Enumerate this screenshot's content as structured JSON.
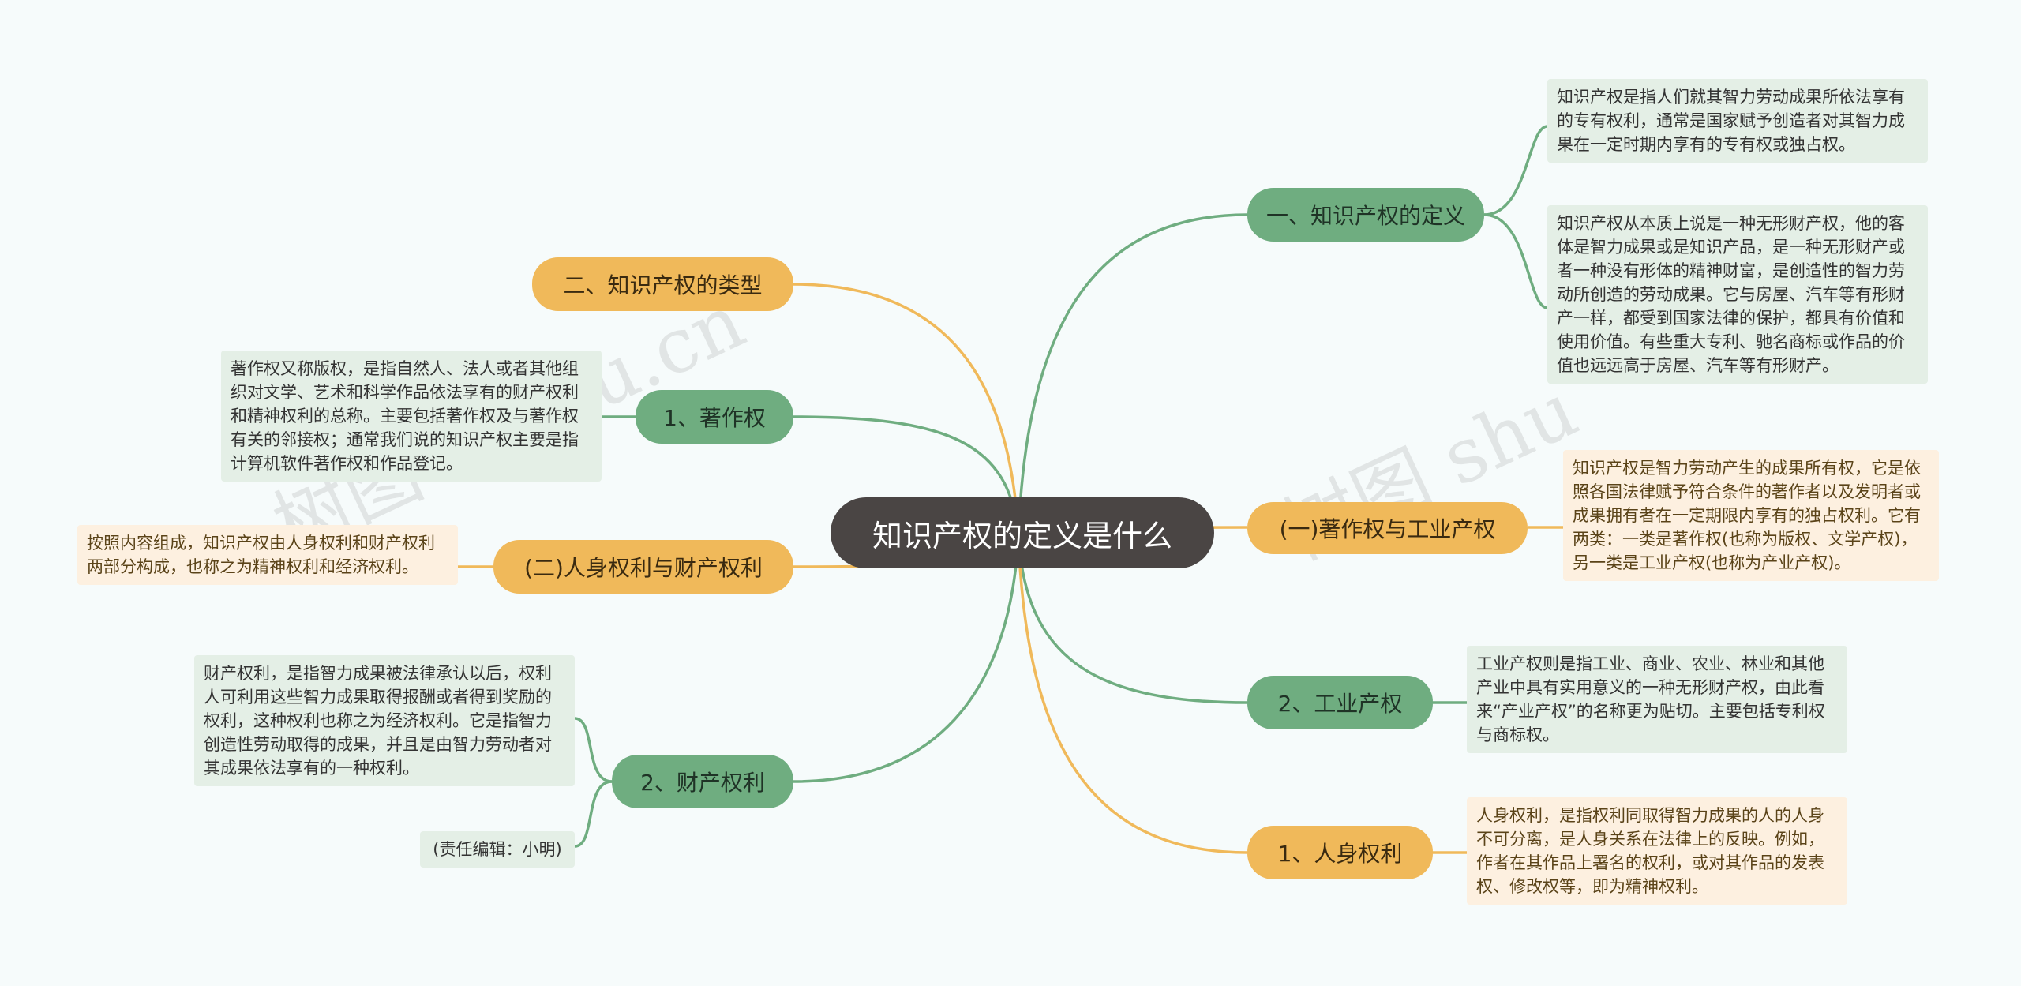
{
  "center": "知识产权的定义是什么",
  "right": {
    "definition": {
      "label": "一、知识产权的定义",
      "note1": "知识产权是指人们就其智力劳动成果所依法享有的专有权利，通常是国家赋予创造者对其智力成果在一定时期内享有的专有权或独占权。",
      "note2": "知识产权从本质上说是一种无形财产权，他的客体是智力成果或是知识产品，是一种无形财产或者一种没有形体的精神财富，是创造性的智力劳动所创造的劳动成果。它与房屋、汽车等有形财产一样，都受到国家法律的保护，都具有价值和使用价值。有些重大专利、驰名商标或作品的价值也远远高于房屋、汽车等有形财产。"
    },
    "copyright_industrial": {
      "label": "(一)著作权与工业产权",
      "note": "知识产权是智力劳动产生的成果所有权，它是依照各国法律赋予符合条件的著作者以及发明者或成果拥有者在一定期限内享有的独占权利。它有两类：一类是著作权(也称为版权、文学产权)，另一类是工业产权(也称为产业产权)。"
    },
    "industrial": {
      "label": "2、工业产权",
      "note": "工业产权则是指工业、商业、农业、林业和其他产业中具有实用意义的一种无形财产权，由此看来“产业产权”的名称更为贴切。主要包括专利权与商标权。"
    },
    "personal": {
      "label": "1、人身权利",
      "note": "人身权利，是指权利同取得智力成果的人的人身不可分离，是人身关系在法律上的反映。例如，作者在其作品上署名的权利，或对其作品的发表权、修改权等，即为精神权利。"
    }
  },
  "left": {
    "types": {
      "label": "二、知识产权的类型"
    },
    "copyright": {
      "label": "1、著作权",
      "note": "著作权又称版权，是指自然人、法人或者其他组织对文学、艺术和科学作品依法享有的财产权利和精神权利的总称。主要包括著作权及与著作权有关的邻接权；通常我们说的知识产权主要是指计算机软件著作权和作品登记。"
    },
    "personal_property": {
      "label": "(二)人身权利与财产权利",
      "note": "按照内容组成，知识产权由人身权利和财产权利两部分构成，也称之为精神权利和经济权利。"
    },
    "property": {
      "label": "2、财产权利",
      "note": "财产权利，是指智力成果被法律承认以后，权利人可利用这些智力成果取得报酬或者得到奖励的权利，这种权利也称之为经济权利。它是指智力创造性劳动取得的成果，并且是由智力劳动者对其成果依法享有的一种权利。",
      "editor": "(责任编辑：小明)"
    }
  },
  "watermarks": [
    "树图 shutu.cn",
    "树图 shu"
  ],
  "colors": {
    "green": "#6fad80",
    "orange": "#f0b95a",
    "center": "#4a4544"
  }
}
